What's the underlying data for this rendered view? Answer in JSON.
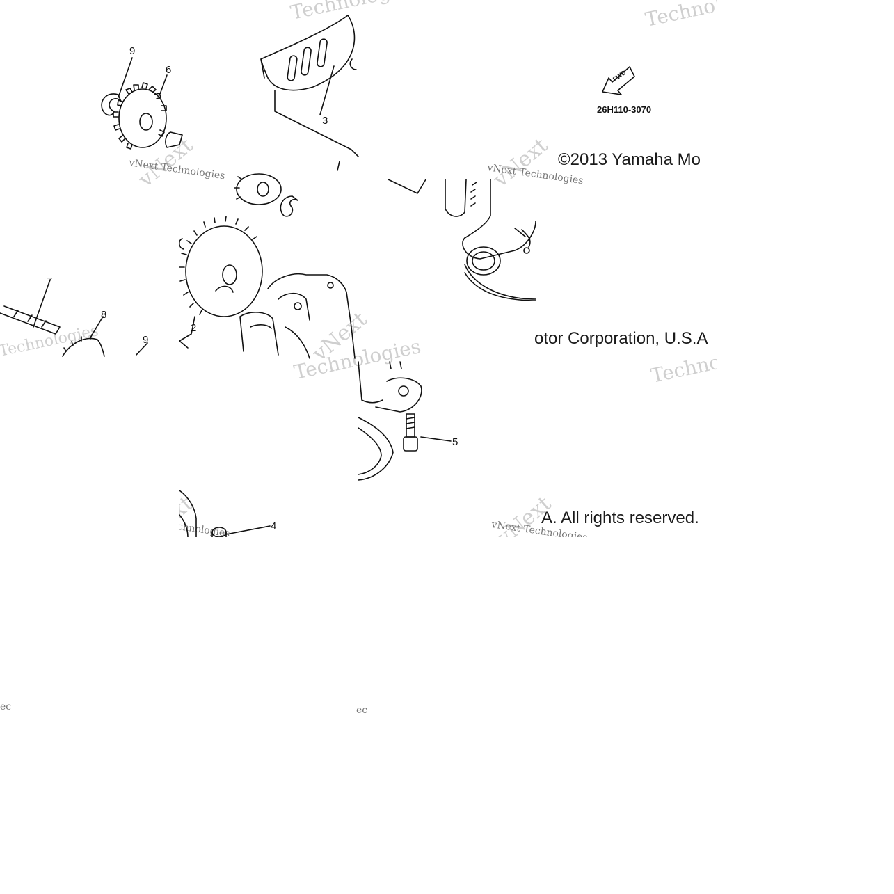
{
  "diagram": {
    "part_code": "26H110-3070",
    "fwd_label": "FWD",
    "copyright_segments": [
      "©2013 Yamaha Mo",
      "otor Corporation, U.S.A",
      "A. All rights reserved."
    ],
    "callouts": [
      "9",
      "6",
      "3",
      "7",
      "8",
      "9",
      "2",
      "5",
      "4"
    ],
    "watermarks": {
      "technologies": "Technologies",
      "vnext_text": "vNext Technologies",
      "vnext_short": "vNext"
    }
  }
}
